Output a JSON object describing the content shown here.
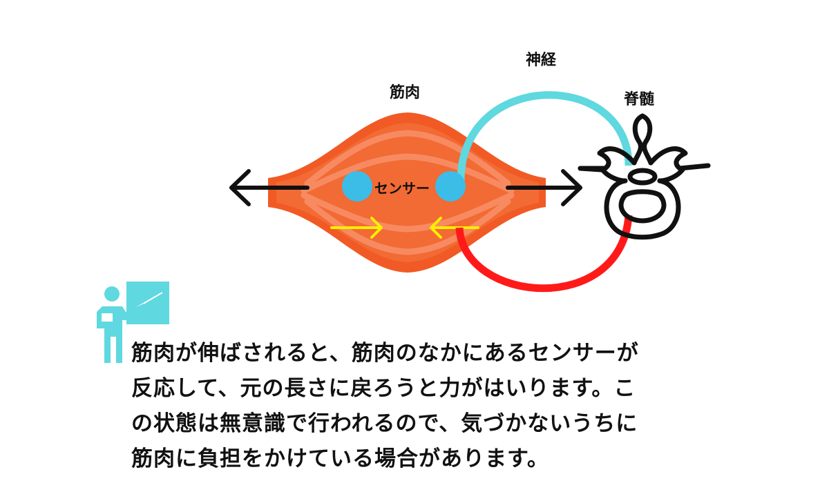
{
  "labels": {
    "muscle": "筋肉",
    "nerve": "神経",
    "spinal_cord": "脊髄",
    "sensor": "センサー"
  },
  "body_text": [
    "筋肉が伸ばされると、筋肉のなかにあるセンサーが",
    "反応して、元の長さに戻ろうと力がはいります。こ",
    "の状態は無意識で行われるので、気づかないうちに",
    "筋肉に負担をかけている場合があります。"
  ],
  "icons": {
    "teacher": "teacher-pointing-board-icon",
    "vertebra": "vertebra-icon"
  },
  "colors": {
    "muscle": "#f15a24",
    "muscle_light": "#f7784a",
    "muscle_stripe": "#f9906a",
    "sensor": "#3bbde8",
    "nerve_afferent": "#5fd8df",
    "nerve_efferent": "#ff1a1a",
    "contraction_arrow": "#ffee00",
    "stretch_arrow": "#111111",
    "teacher": "#5fd8df"
  }
}
